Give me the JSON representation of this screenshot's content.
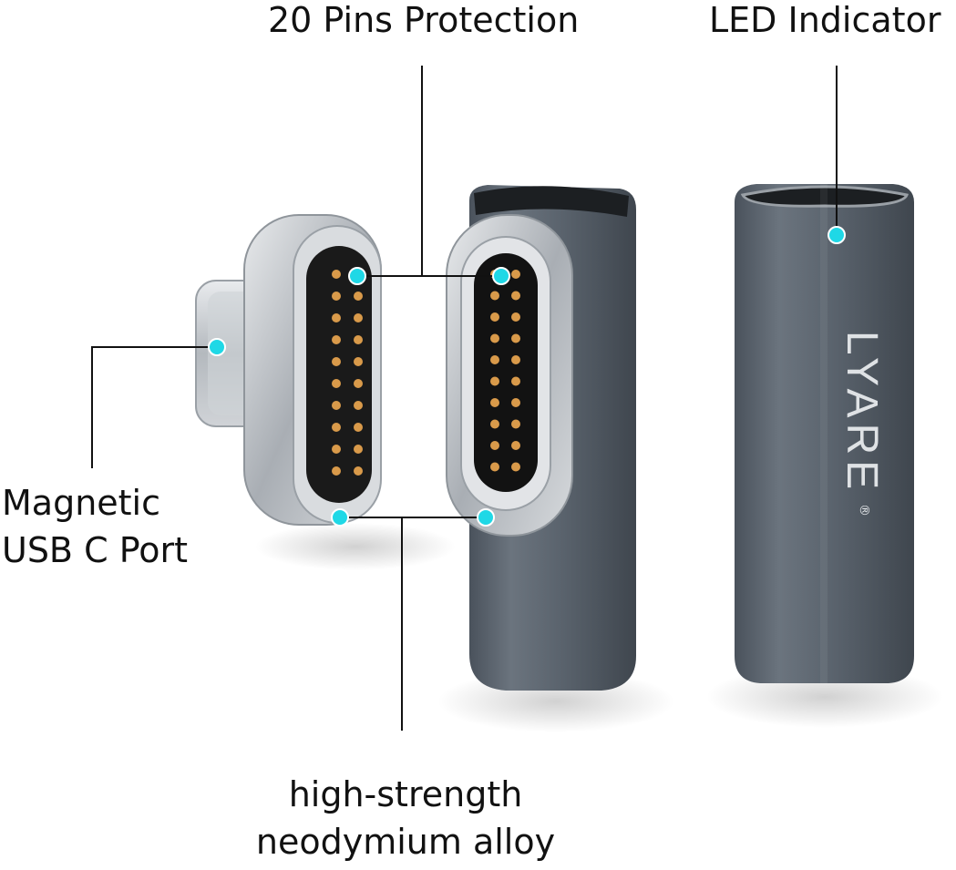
{
  "callouts": {
    "pins": "20 Pins Protection",
    "led": "LED Indicator",
    "port_line1": "Magnetic",
    "port_line2": "USB C Port",
    "alloy_line1": "high-strength",
    "alloy_line2": "neodymium alloy"
  },
  "brand": {
    "logo": "LYARE",
    "registered": "®"
  },
  "colors": {
    "marker": "#1fd8e6",
    "body_gray": "#5d6670",
    "chrome": "#c9cdd2",
    "pin_gold": "#d99a4a"
  }
}
